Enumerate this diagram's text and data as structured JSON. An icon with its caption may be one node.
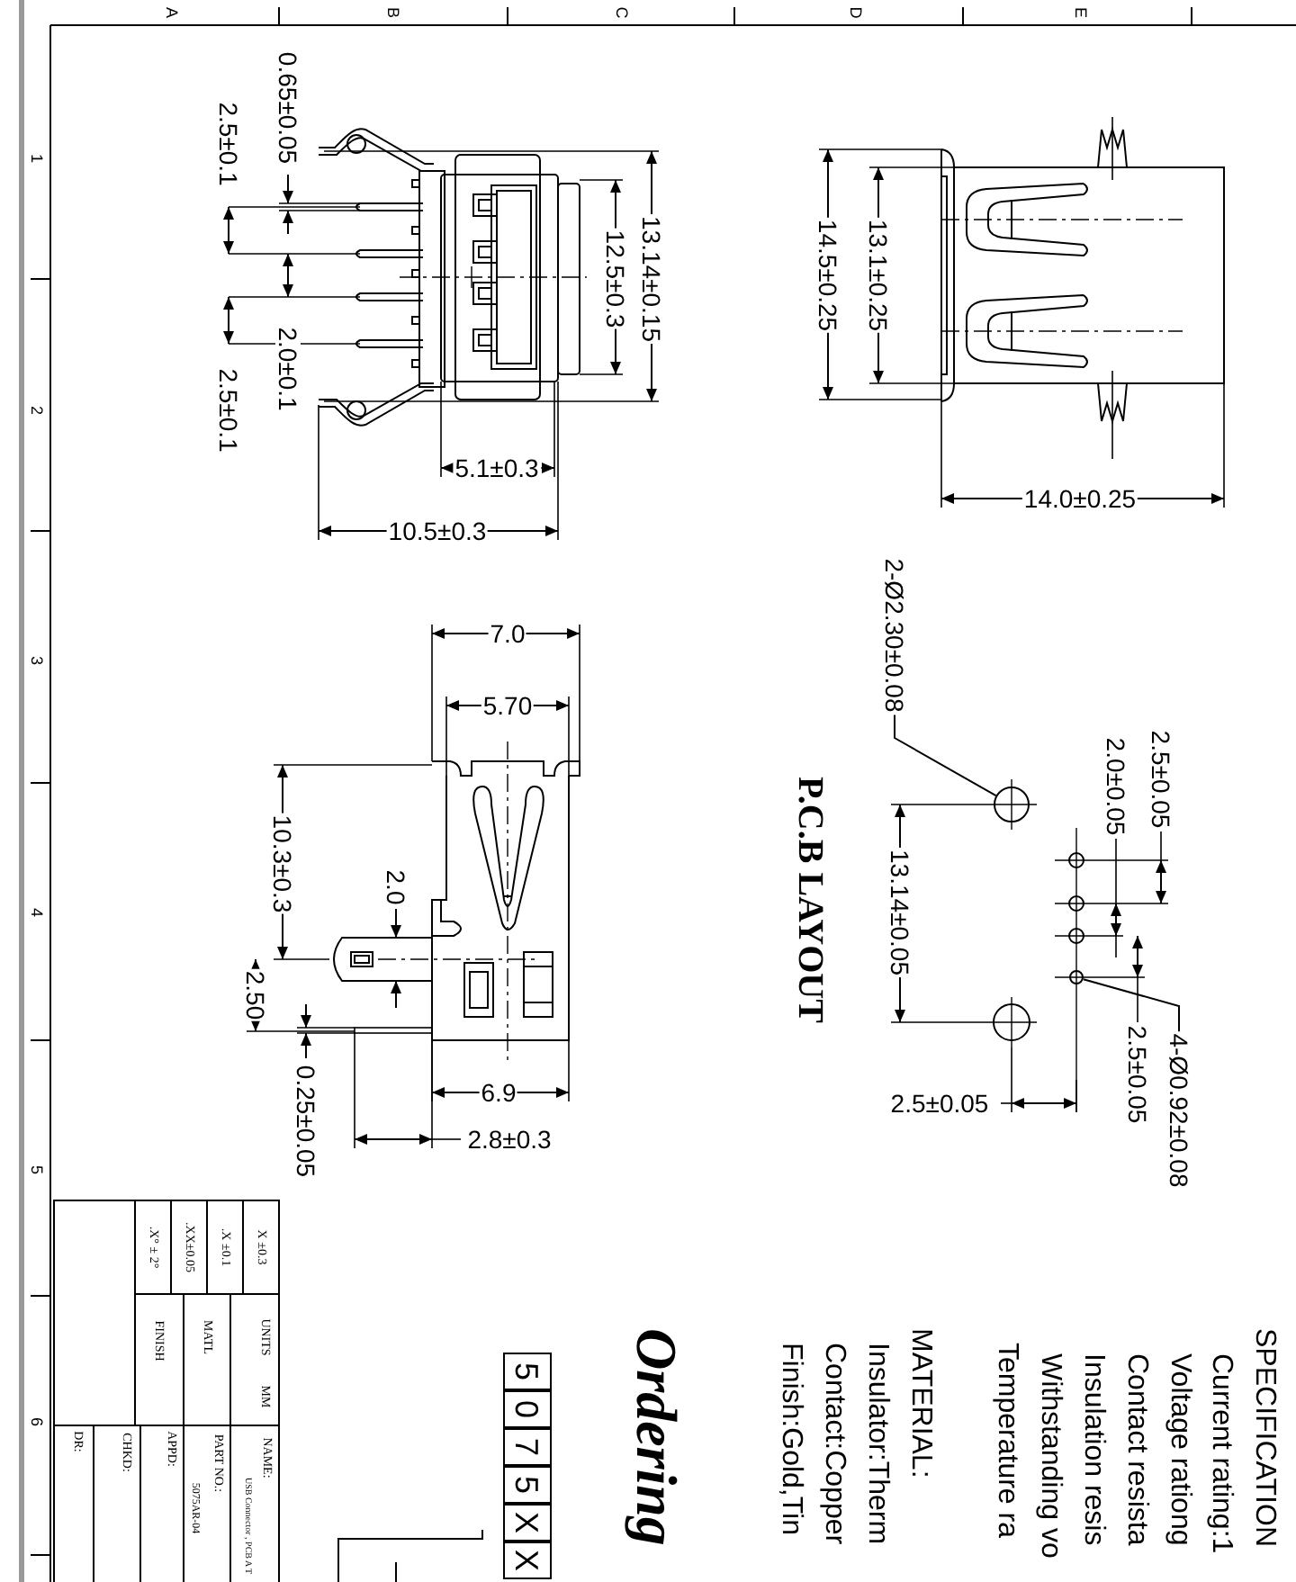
{
  "diagram": {
    "nodes": [
      {
        "text": [
          "2-Ø2.30±0.08"
        ]
      },
      {
        "text": [],
        "shape": "circle"
      },
      {
        "text": [
          "4-Ø0.92±0.08"
        ]
      },
      {
        "text": [],
        "shape": "circle"
      }
    ],
    "edges": [
      {
        "from": 0,
        "to": 1,
        "arrow": "none"
      },
      {
        "from": 2,
        "to": 3,
        "arrow": "none"
      }
    ],
    "labels": [
      "A",
      "B",
      "C",
      "D",
      "E",
      "1",
      "2",
      "3",
      "4",
      "5",
      "6",
      "0.65±0.05",
      "2.5±0.1",
      "13.14±0.15",
      "12.5±0.3",
      "2.0±0.1",
      "2.5±0.1",
      "5.1±0.3",
      "10.5±0.3",
      "14.5±0.25",
      "13.1±0.25",
      "14.0±0.25",
      "7.0",
      "5.70",
      "10.3±0.3",
      "2.0",
      "2.50",
      "0.25±0.05",
      "6.9",
      "2.8±0.3",
      "P.C.B LAYOUT",
      "2.5±0.05",
      "2.0±0.05",
      "13.14±0.05",
      "2.5±0.05",
      "2.5±0.05",
      "X ±0.3",
      ".X ±0.1",
      ".XX±0.05",
      ".X° ± 2°",
      "UNITS",
      "MM",
      "MATL",
      "FINISH",
      "NAME:",
      "USB Connector , PCB A T",
      "PART NO.:",
      "5075AR-04",
      "APPD:",
      "CHKD:",
      "DR:",
      "5",
      "0",
      "7",
      "5",
      "X",
      "X",
      "Ordering",
      "SPECIFICATION",
      "Current rating:1",
      "Voltage rationg",
      "Contact resista",
      "Insulation resis",
      "Withstanding vo",
      "Temperature ra",
      "MATERIAL:",
      "Insulator:Therm",
      "Contact:Copper",
      "Finish:Gold,Tin"
    ]
  }
}
